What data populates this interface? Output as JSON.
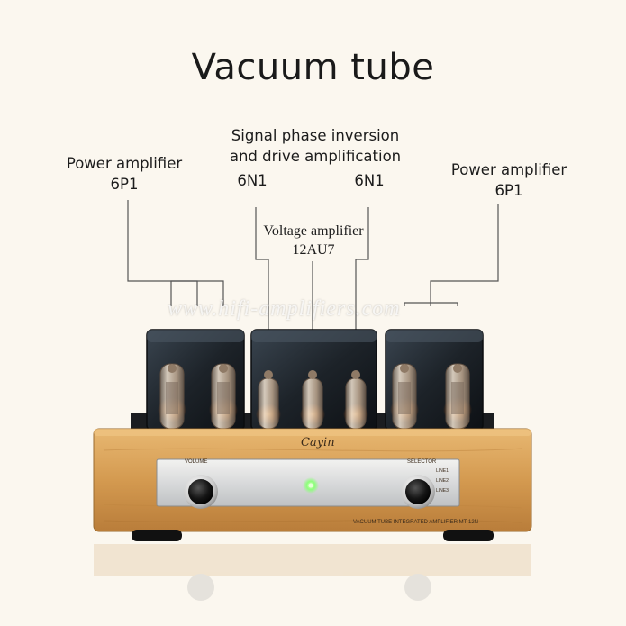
{
  "title": "Vacuum tube",
  "labels": {
    "left_power": {
      "name": "Power amplifier",
      "tube": "6P1"
    },
    "signal": {
      "line1": "Signal phase inversion",
      "line2": "and drive amplification"
    },
    "driver_left": "6N1",
    "driver_right": "6N1",
    "voltage": {
      "name": "Voltage amplifier",
      "tube": "12AU7"
    },
    "right_power": {
      "name": "Power amplifier",
      "tube": "6P1"
    }
  },
  "watermark": "www.hifi-amplifiers.com",
  "logo": "Cayin",
  "panel": {
    "volume": "VOLUME",
    "selector": "SELECTOR",
    "inputs": [
      "LINE1",
      "LINE2",
      "LINE3"
    ],
    "model_caption": "VACUUM TUBE  INTEGRATED AMPLIFIER MT-12N"
  },
  "colors": {
    "background": "#fbf7ef",
    "wood": "#d9a45c",
    "transformer": "#1f252b",
    "led": "#8cff7a"
  }
}
